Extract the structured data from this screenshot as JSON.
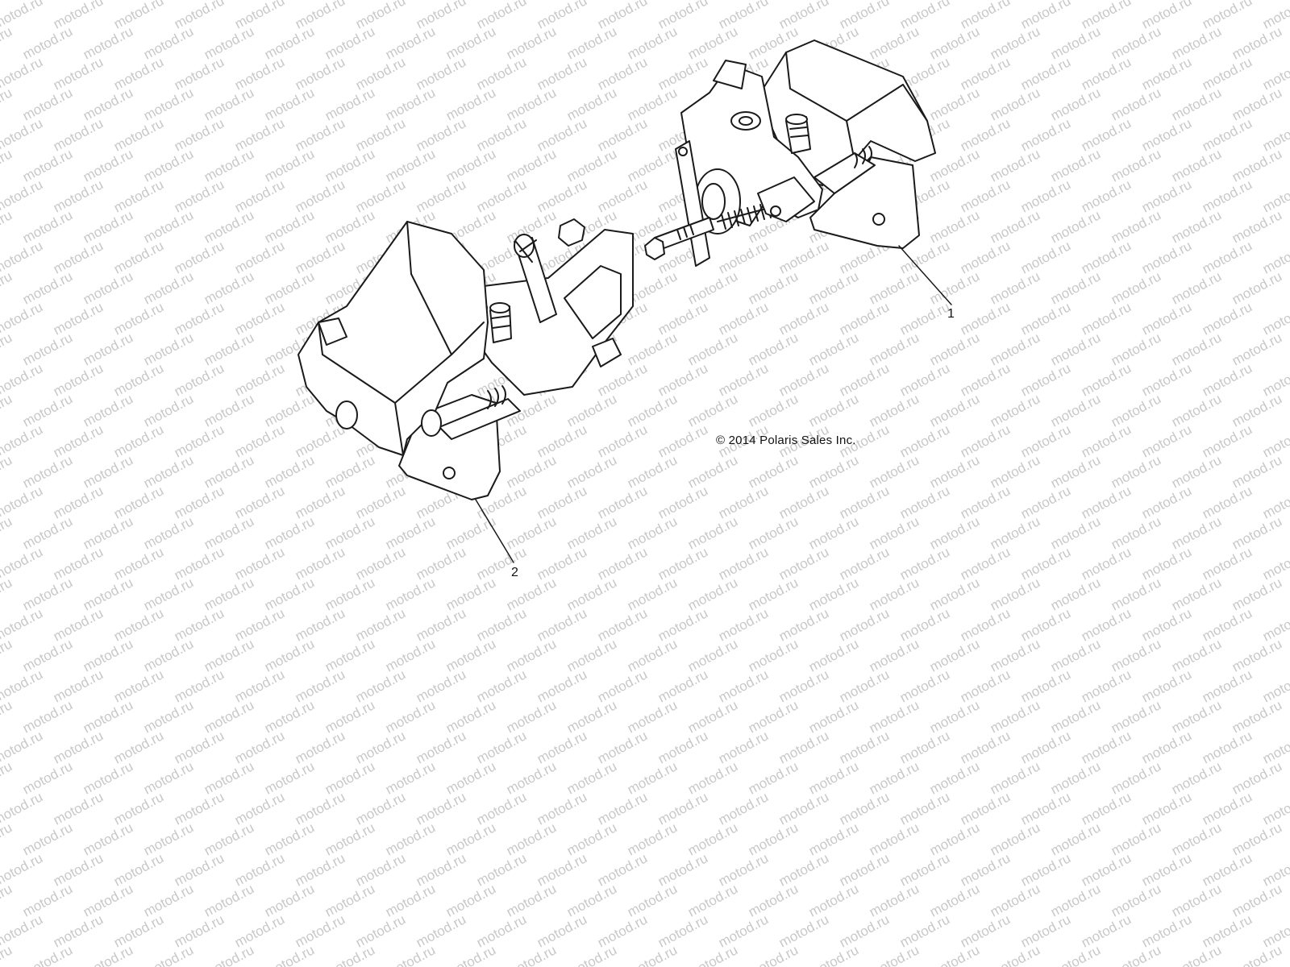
{
  "watermark": {
    "text": "motod.ru",
    "color": "#c8c8c8"
  },
  "copyright": "© 2014 Polaris Sales Inc.",
  "callouts": [
    {
      "label": "1"
    },
    {
      "label": "2"
    }
  ],
  "colors": {
    "line": "#1a1a1a",
    "fill": "#ffffff"
  }
}
